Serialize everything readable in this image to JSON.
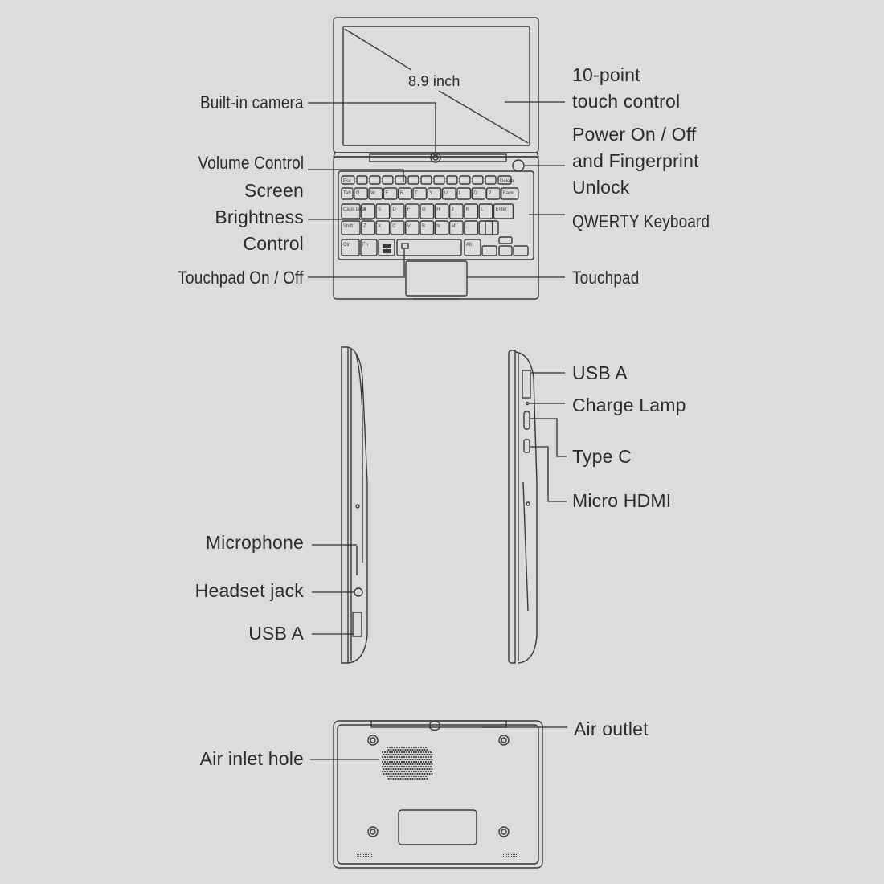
{
  "diagram": {
    "screen_size": "8.9 inch",
    "labels": {
      "camera": "Built-in camera",
      "volume": "Volume Control",
      "brightness": [
        "Screen",
        "Brightness",
        "Control"
      ],
      "touchpad_toggle": "Touchpad On / Off",
      "touch": [
        "10-point",
        "touch control"
      ],
      "power": [
        "Power On / Off",
        "and Fingerprint",
        "Unlock"
      ],
      "keyboard": "QWERTY Keyboard",
      "touchpad": "Touchpad",
      "usb_a_right": "USB A",
      "charge_lamp": "Charge Lamp",
      "type_c": "Type C",
      "micro_hdmi": "Micro HDMI",
      "microphone": "Microphone",
      "headset": "Headset jack",
      "usb_a_left": "USB A",
      "air_inlet": "Air inlet hole",
      "air_outlet": "Air outlet"
    },
    "keys": {
      "row1": [
        "Esc",
        "",
        "",
        "",
        "",
        "",
        "",
        "",
        "",
        "",
        "",
        "",
        "Delete"
      ],
      "row2": [
        "Tab",
        "Q",
        "W",
        "E",
        "R",
        "T",
        "Y",
        "U",
        "I",
        "O",
        "P",
        "Back"
      ],
      "row3": [
        "Caps Lock",
        "A",
        "S",
        "D",
        "F",
        "G",
        "H",
        "J",
        "K",
        "L",
        "Enter"
      ],
      "row4": [
        "Shift",
        "Z",
        "X",
        "C",
        "V",
        "B",
        "N",
        "M",
        ",",
        "."
      ],
      "row5": [
        "Ctrl",
        "Fn",
        "win-icon",
        "touchpad-icon",
        "",
        "Alt"
      ]
    },
    "line_color": "#3a3a3a",
    "background": "#dcdcdc"
  }
}
